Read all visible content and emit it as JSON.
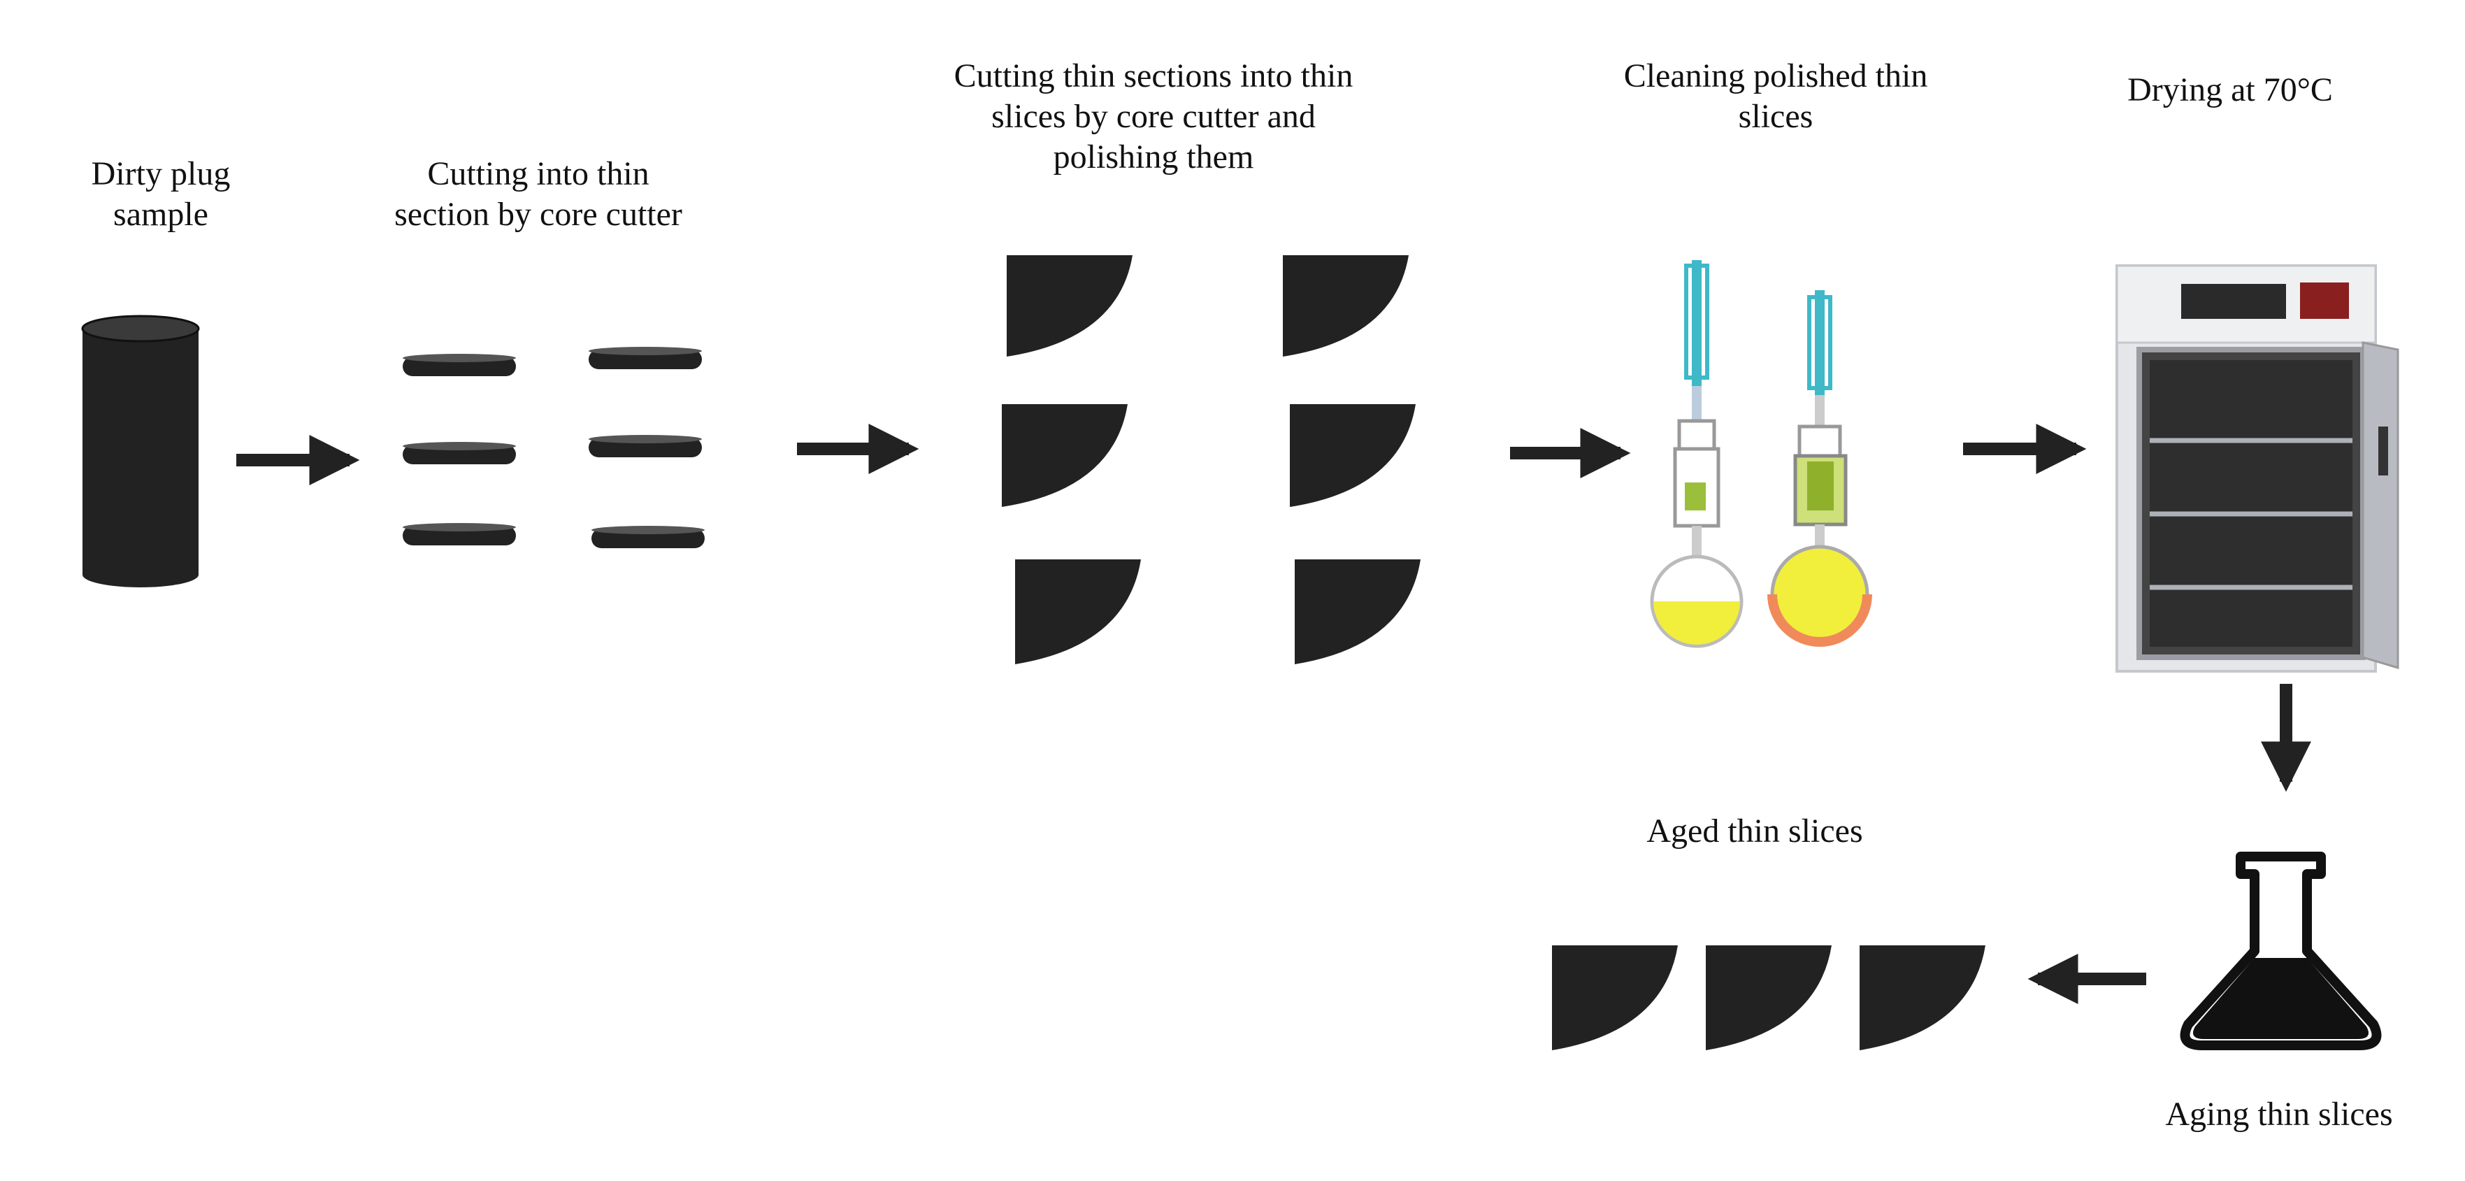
{
  "steps": {
    "dirty_plug": {
      "line1": "Dirty plug",
      "line2": "sample"
    },
    "cutting_sections": {
      "line1": "Cutting into thin",
      "line2": "section by core cutter"
    },
    "cutting_slices": {
      "line1": "Cutting thin sections into thin",
      "line2": "slices by core cutter and",
      "line3": "polishing them"
    },
    "cleaning": {
      "line1": "Cleaning polished thin",
      "line2": "slices"
    },
    "drying": {
      "line1": "Drying at 70°C"
    },
    "aged": {
      "line1": "Aged thin slices"
    },
    "aging": {
      "line1": "Aging thin slices"
    }
  },
  "colors": {
    "shape": "#222222",
    "arrow": "#222222",
    "glass": "#3fb8c8",
    "liquid": "#f2ee3c",
    "heater": "#f08a5a",
    "oven_body": "#e4e6ea",
    "oven_door": "#b8bcc2",
    "oven_inner": "#333333"
  }
}
